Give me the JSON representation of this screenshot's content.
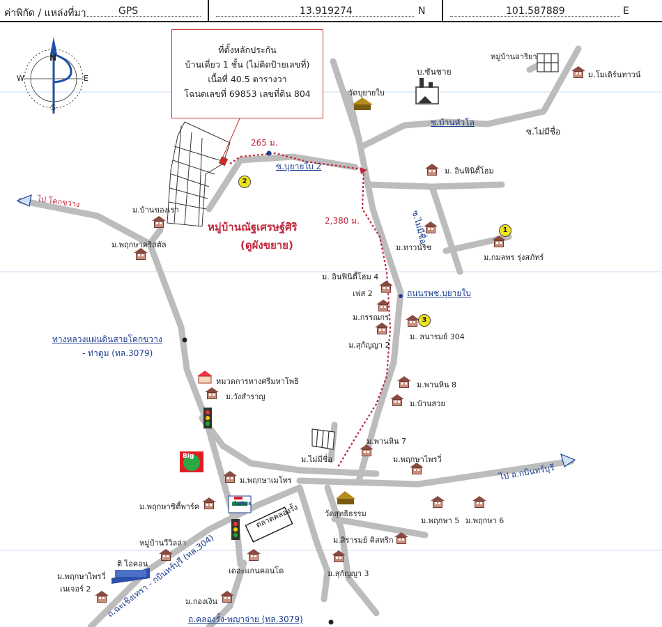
{
  "header": {
    "coord_label": "ค่าพิกัด / แหล่งที่มา",
    "source": "GPS",
    "latitude": "13.919274",
    "lat_suffix": "N",
    "longitude": "101.587889",
    "lon_suffix": "E"
  },
  "compass": {
    "n": "N",
    "s": "S",
    "e": "E",
    "w": "W"
  },
  "info_box": {
    "line1": "ที่ตั้งหลักประกัน",
    "line2": "บ้านเดี่ยว 1 ชั้น  (ไม่ติดป้ายเลขที่)",
    "line3": "เนื้อที่ 40.5 ตารางวา",
    "line4": "โฉนดเลขที่ 69853 เลขที่ดิน 804"
  },
  "project": {
    "name": "หมู่บ้านณัฐเศรษฐ์ศิริ",
    "note": "(ดูผังขยาย)"
  },
  "distances": {
    "d1": "265 ม.",
    "d2": "2,380 ม."
  },
  "roads": {
    "soi_bu_yai_bai_2": "ซ.บุยายใบ 2",
    "soi_ban_hua_lo": "ซ.บ้านหัวโล",
    "soi_mai_mi_chue_1": "ซ.ไม่มีชื่อ",
    "soi_mai_mi_chue_2": "ซ.ไม่มีชื่อ",
    "thanon_ro_pho_so": "ถนนรพช.บุยายใบ",
    "highway_3079": "ทางหลวงแผ่นดินสายโคกขวาง",
    "highway_3079_b": "- ท่าตูม (ทล.3079)",
    "to_khok_khwang": "ไป โคกขวาง",
    "to_kabin": "ไป อ.กบินทร์บุรี",
    "route_304": "ถ.ฉะเชิงเทรา - กบินทร์บุรี (ทล.304)",
    "route_3079_bottom": "ถ.คลองรั้ง-พญาจ่าย (ทล.3079)"
  },
  "places": {
    "ban_ariya": "หมู่บ้านอาริยา",
    "modern_town": "ม.โมเดิร์นทาวน์",
    "factory": "บ.ซันชาย",
    "wat_bu_yai_bai": "วัดบุยายใบ",
    "infinity_home": "ม. อินฟินิตี้โฮม",
    "town_rich": "ม.ทาวน์ริช",
    "kamonphon": "ม.กมลพร รุ่งสภัทร์",
    "infinity_home_4": "ม. อินฟินิตี้โฮม 4",
    "phase2": "เฟส 2",
    "kannikon": "ม.กรรณกร",
    "suksanya_2": "ม.สุกัญญา 2",
    "lanarom": "ม. ลนารมย์ 304",
    "ban_khong_rao": "ม.บ้านของเรา",
    "phrueksa_crystal": "ม.พฤกษาคริสตัล",
    "police": "หมวดการทางศรีมหาโพธิ",
    "wang_samran": "ม.วังสำราญ",
    "phan_hin_8": "ม.พานหิน 8",
    "ban_suay": "ม.บ้านสวย",
    "mai_mi_chue": "ม.ไม่มีชื่อ",
    "phan_hin_7": "ม.พานหิน 7",
    "phrueksa_phrai": "ม.พฤกษาไพรวี่",
    "phrueksa_metro": "ม.พฤกษาเมโทร",
    "phrueksa_park": "ม.พฤกษาซิตี้พาร์ค",
    "market": "ตลาดคลองรั้ง",
    "wat_suttha": "วัดสุทธิธรรม",
    "phrueksa_5": "ม.พฤกษา 5",
    "phrueksa_6": "ม.พฤกษา 6",
    "villa": "หมู่บ้านวีวิลล่า",
    "sirarom": "ม.สิรารมย์ คิสทริก",
    "suksanya_3": "ม.สุกัญญา 3",
    "ti_icon": "ติ ไอคอน",
    "phrueksa_phrai_2": "ม.พฤกษาไพรวี่",
    "nature_2": "เนเจอร์ 2",
    "the_kan_condo": "เดอะแกนคอนโด",
    "kong_ngoen": "ม.กองเงิน",
    "bigc": "Big",
    "lotus": "Lotus"
  },
  "markers": {
    "m1": "1",
    "m2": "2",
    "m3": "3"
  },
  "colors": {
    "road": "#bcbcbc",
    "route": "#c0283c",
    "label_blue": "#1d3f8f",
    "frame": "#c33"
  }
}
